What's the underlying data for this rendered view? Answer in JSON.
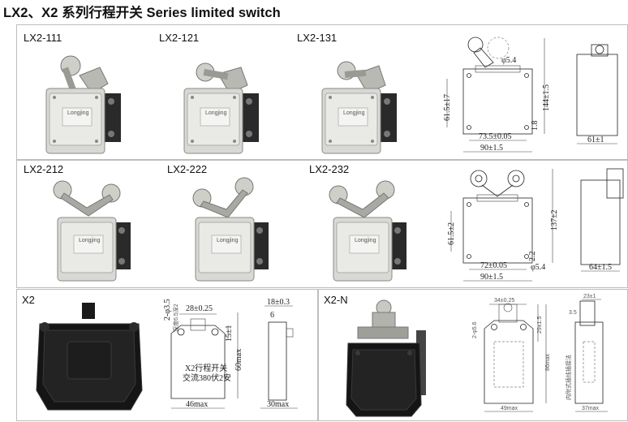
{
  "page": {
    "title": "LX2、X2 系列行程开关 Series limited switch"
  },
  "row1": {
    "models": [
      "LX2-111",
      "LX2-121",
      "LX2-131"
    ],
    "drawing": {
      "dims": [
        "φ5.4",
        "61.5±17",
        "144±1.5",
        "1.8",
        "73.5±0.05",
        "90±1.5",
        "61±1"
      ]
    }
  },
  "row2": {
    "models": [
      "LX2-212",
      "LX2-222",
      "LX2-232"
    ],
    "drawing": {
      "dims": [
        "61.5±2",
        "137±2",
        "2.2",
        "72±0.05",
        "φ5.4",
        "90±1.5",
        "64±1.5"
      ]
    }
  },
  "row3": {
    "left": {
      "model": "X2",
      "drawing": {
        "dims": [
          "2-φ3.5",
          "深度6.5深2",
          "28±0.25",
          "15±1",
          "60max",
          "46max",
          "18±0.3",
          "6",
          "30max"
        ],
        "text_line1": "X2行程开关",
        "text_line2": "交流380伏2安"
      }
    },
    "right": {
      "model": "X2-N",
      "drawing": {
        "dims": [
          "34±0.25",
          "2-φ5.6",
          "29±1.5",
          "86max",
          "49max",
          "23±1",
          "3.5",
          "37max"
        ],
        "side_note": "内附式插线插接法"
      }
    }
  },
  "product_brand": "Longjing"
}
